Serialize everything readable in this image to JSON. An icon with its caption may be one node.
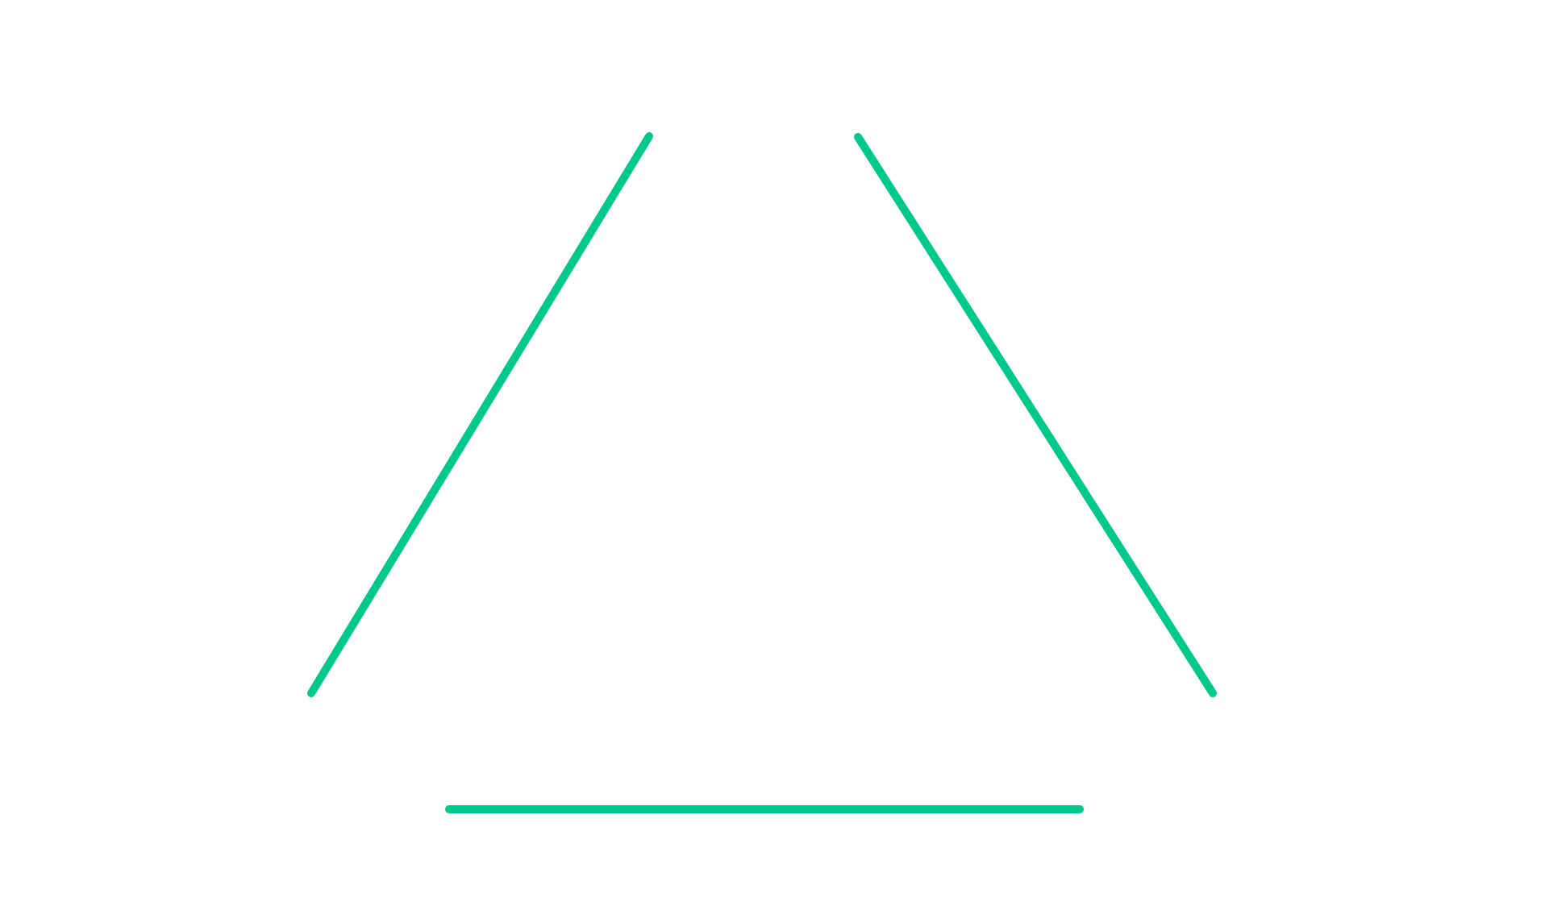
{
  "diagram": {
    "nodes": [
      {
        "text": [],
        "shape": "line"
      },
      {
        "text": [],
        "shape": "line"
      },
      {
        "text": [],
        "shape": "line"
      }
    ]
  }
}
